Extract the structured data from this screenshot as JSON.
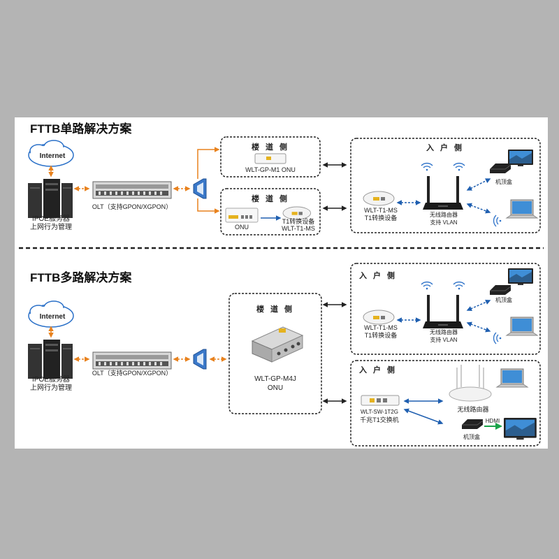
{
  "top": {
    "title": "FTTB单路解决方案",
    "internet": "Internet",
    "server_l1": "IPOE服务器",
    "server_l2": "上网行为管理",
    "olt": "OLT（支持GPON/XGPON）",
    "box1_title": "楼 道 侧",
    "box1_device": "WLT-GP-M1 ONU",
    "box2_title": "楼 道 侧",
    "box2_onu": "ONU",
    "box2_conv_l1": "T1转换设备",
    "box2_conv_l2": "WLT-T1-MS",
    "home_title": "入 户 侧",
    "t1_l1": "WLT-T1-MS",
    "t1_l2": "T1转换设备",
    "router_l1": "无线路由器",
    "router_l2": "支持 VLAN",
    "stb": "机顶盒"
  },
  "bottom": {
    "title": "FTTB多路解决方案",
    "internet": "Internet",
    "server_l1": "IPOE服务器",
    "server_l2": "上网行为管理",
    "olt": "OLT（支持GPON/XGPON）",
    "corridor_title": "楼 道 侧",
    "onu_l1": "WLT-GP-M4J",
    "onu_l2": "ONU",
    "home1_title": "入 户 侧",
    "t1_l1": "WLT-T1-MS",
    "t1_l2": "T1转换设备",
    "router_l1": "无线路由器",
    "router_l2": "支持 VLAN",
    "stb": "机顶盒",
    "home2_title": "入 户 侧",
    "sw_l1": "WLT-SW-1T2G",
    "sw_l2": "千兆T1交换机",
    "router2": "无线路由器",
    "stb2": "机顶盒",
    "hdmi": "HDMI"
  },
  "colors": {
    "orange": "#e8821e",
    "blue": "#1f5fb0",
    "green": "#1aa34a",
    "dark": "#222222"
  }
}
